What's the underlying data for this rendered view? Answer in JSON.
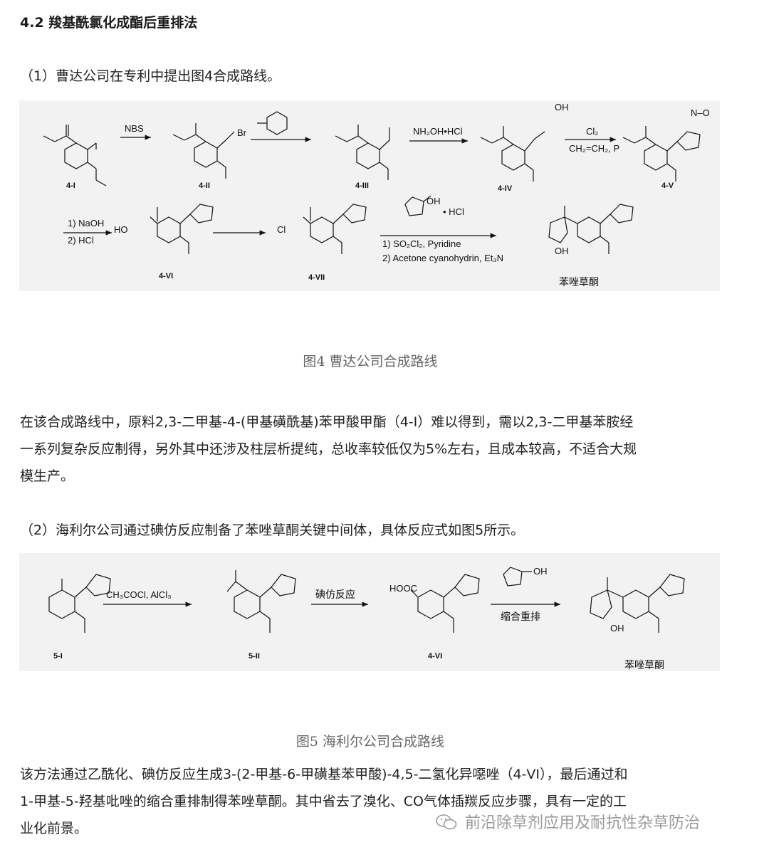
{
  "heading": "4.2  羧基酰氯化成酯后重排法",
  "section1_intro": "（1）曹达公司在专利中提出图4合成路线。",
  "figure4": {
    "compound_labels": [
      "4-I",
      "4-II",
      "4-III",
      "4-IV",
      "4-V",
      "4-VI",
      "4-VII"
    ],
    "reagent_1": "NBS",
    "reagent_3": "NH₂OH•HCl",
    "reagent_4_top": "Cl₂",
    "reagent_4_bottom": "CH₂=CH₂, P",
    "reagent_5_1": "1) NaOH",
    "reagent_5_2": "2) HCl",
    "hcl_salt": "• HCl",
    "reagent_7_1": "1) SO₂Cl₂, Pyridine",
    "reagent_7_2": "2) Acetone cyanohydrin, Et₃N",
    "product_name": "苯唑草酮"
  },
  "figure4_caption": "图4  曹达公司合成路线",
  "paragraph1": [
    "在该合成路线中，原料2,3-二甲基-4-(甲基磺酰基)苯甲酸甲酯（4-I）难以得到，需以2,3-二甲基苯胺经",
    "一系列复杂反应制得，另外其中还涉及柱层析提纯，总收率较低仅为5%左右，且成本较高，不适合大规",
    "模生产。"
  ],
  "section2_intro": "（2）海利尔公司通过碘仿反应制备了苯唑草酮关键中间体，具体反应式如图5所示。",
  "figure5": {
    "compound_labels": [
      "5-I",
      "5-II",
      "4-VI"
    ],
    "reagent_1": "CH₃COCl, AlCl₃",
    "reagent_2": "碘仿反应",
    "reagent_3": "缩合重排",
    "product_name": "苯唑草酮"
  },
  "figure5_caption": "图5  海利尔公司合成路线",
  "paragraph2": [
    " 该方法通过乙酰化、碘仿反应生成3-(2-甲基-6-甲磺基苯甲酸)-4,5-二氢化异噁唑（4-VI），最后通过和",
    "1-甲基-5-羟基吡唑的缩合重排制得苯唑草酮。其中省去了溴化、CO气体插羰反应步骤，具有一定的工",
    "业化前景。"
  ],
  "watermark": "前沿除草剂应用及耐抗性杂草防治"
}
